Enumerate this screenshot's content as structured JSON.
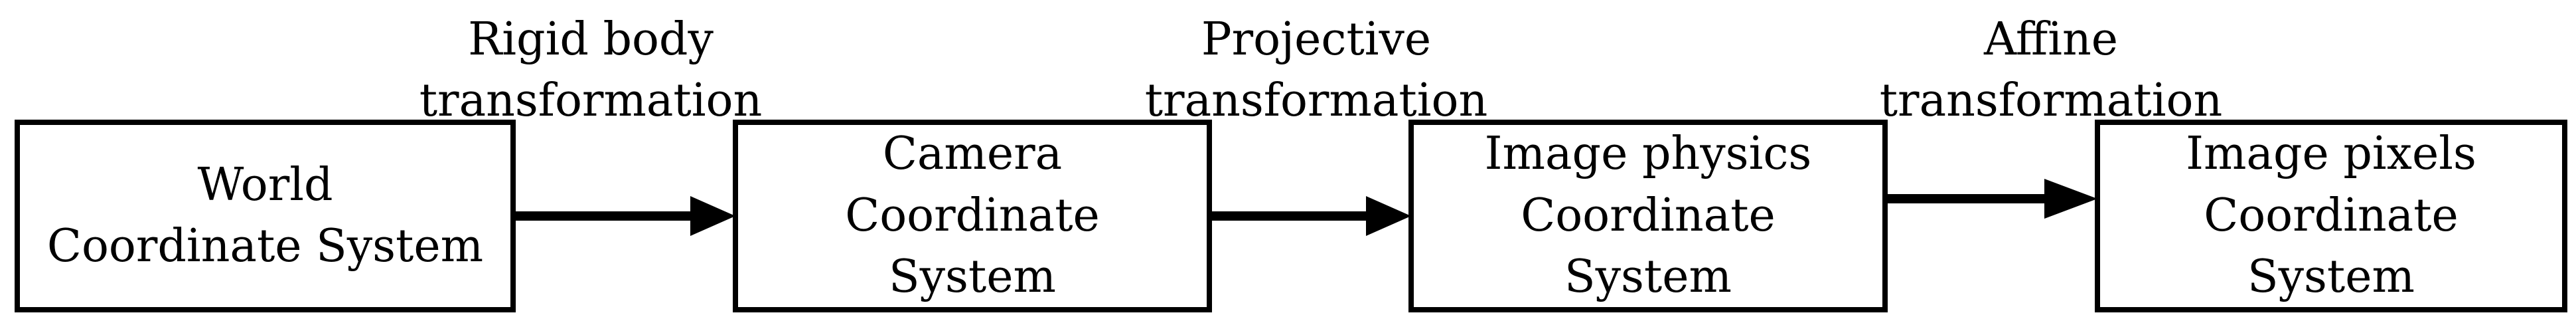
{
  "nodes": [
    {
      "id": "world",
      "text": "World\nCoordinate System"
    },
    {
      "id": "camera",
      "text": "Camera\nCoordinate\nSystem"
    },
    {
      "id": "image-physics",
      "text": "Image physics\nCoordinate\nSystem"
    },
    {
      "id": "image-pixels",
      "text": "Image pixels\nCoordinate\nSystem"
    }
  ],
  "edges": [
    {
      "from": "world",
      "to": "camera",
      "label": "Rigid body\ntransformation"
    },
    {
      "from": "camera",
      "to": "image-physics",
      "label": "Projective\ntransformation"
    },
    {
      "from": "image-physics",
      "to": "image-pixels",
      "label": "Affine\ntransformation"
    }
  ],
  "colors": {
    "stroke": "#000000",
    "background": "#ffffff"
  }
}
